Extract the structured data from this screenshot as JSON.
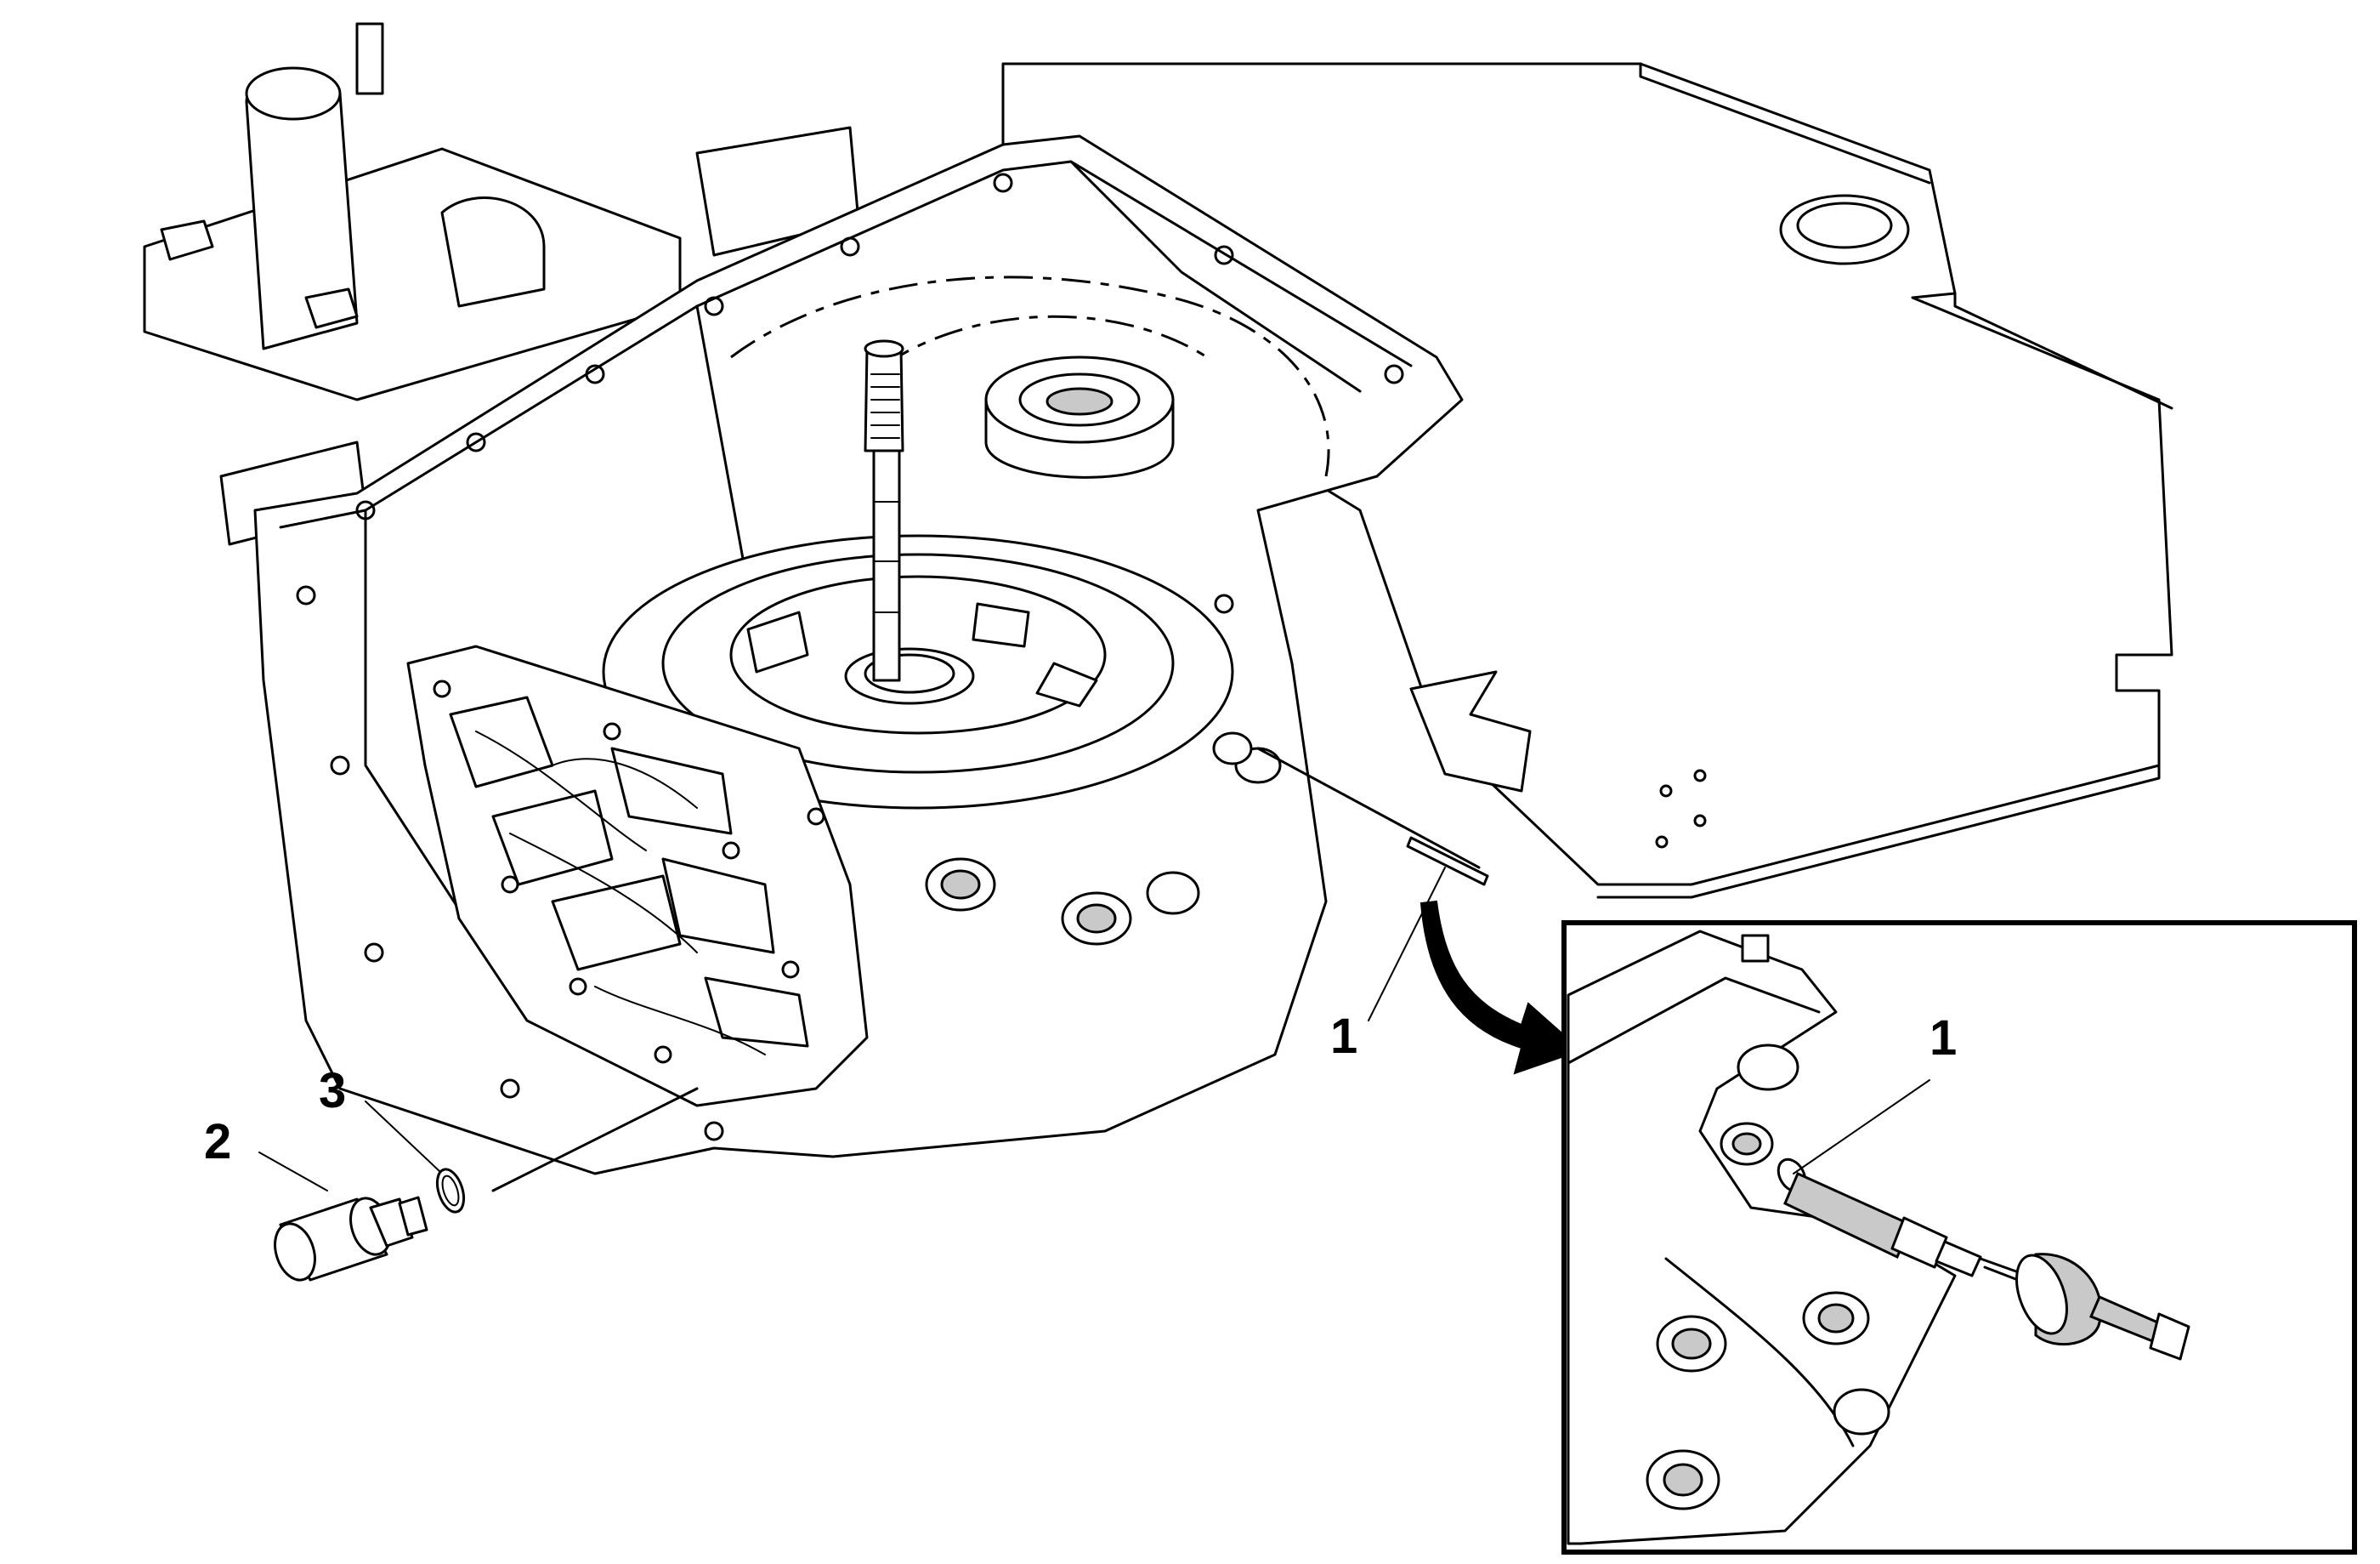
{
  "callouts": {
    "main_1": "1",
    "main_2": "2",
    "main_3": "3",
    "detail_1": "1"
  },
  "colors": {
    "line": "#000000",
    "background": "#ffffff",
    "stipple": "#c9c9c9"
  },
  "icons": {
    "direction_arrow": "curved-arrow-icon"
  }
}
